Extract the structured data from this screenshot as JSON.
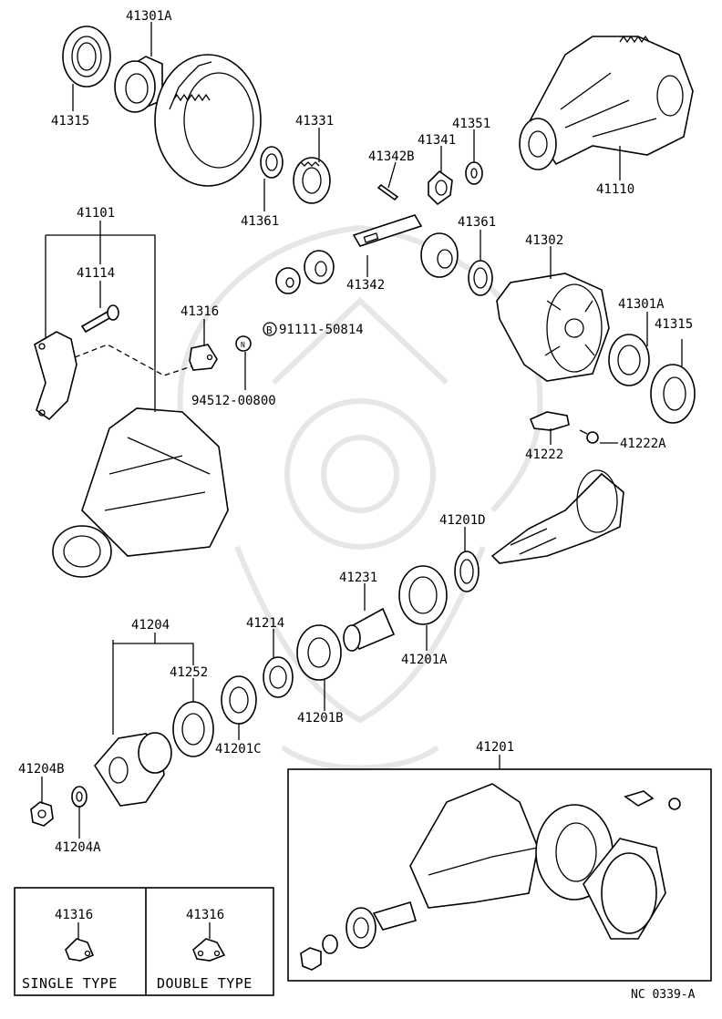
{
  "drawing_code": "NC 0339-A",
  "parts": [
    {
      "num": "41301A"
    },
    {
      "num": "41315"
    },
    {
      "num": "41331"
    },
    {
      "num": "41361"
    },
    {
      "num": "41342B"
    },
    {
      "num": "41341"
    },
    {
      "num": "41351"
    },
    {
      "num": "41110"
    },
    {
      "num": "41101"
    },
    {
      "num": "41114"
    },
    {
      "num": "41316"
    },
    {
      "num": "91111-50814"
    },
    {
      "num": "94512-00800"
    },
    {
      "num": "41342"
    },
    {
      "num": "41302"
    },
    {
      "num": "41222"
    },
    {
      "num": "41222A"
    },
    {
      "num": "41201D"
    },
    {
      "num": "41231"
    },
    {
      "num": "41201A"
    },
    {
      "num": "41204"
    },
    {
      "num": "41214"
    },
    {
      "num": "41252"
    },
    {
      "num": "41201B"
    },
    {
      "num": "41201C"
    },
    {
      "num": "41201"
    },
    {
      "num": "41204B"
    },
    {
      "num": "41204A"
    }
  ],
  "callouts": {
    "l_41301A_top": "41301A",
    "l_41315_top": "41315",
    "l_41331": "41331",
    "l_41361_a": "41361",
    "l_41342B": "41342B",
    "l_41341": "41341",
    "l_41351": "41351",
    "l_41110": "41110",
    "l_41101": "41101",
    "l_41114": "41114",
    "l_41316": "41316",
    "l_91111": "91111-50814",
    "l_94512": "94512-00800",
    "l_41342": "41342",
    "l_41361_b": "41361",
    "l_41302": "41302",
    "l_41301A_r": "41301A",
    "l_41315_r": "41315",
    "l_41222": "41222",
    "l_41222A": "41222A",
    "l_41201D": "41201D",
    "l_41231": "41231",
    "l_41201A": "41201A",
    "l_41204": "41204",
    "l_41214": "41214",
    "l_41252": "41252",
    "l_41201B": "41201B",
    "l_41201C": "41201C",
    "l_41201": "41201",
    "l_41204B": "41204B",
    "l_41204A": "41204A"
  },
  "symbols": {
    "bolt_mark": "B",
    "nut_mark": "N"
  },
  "legend": {
    "single": {
      "part": "41316",
      "caption": "SINGLE TYPE"
    },
    "double": {
      "part": "41316",
      "caption": "DOUBLE TYPE"
    }
  }
}
